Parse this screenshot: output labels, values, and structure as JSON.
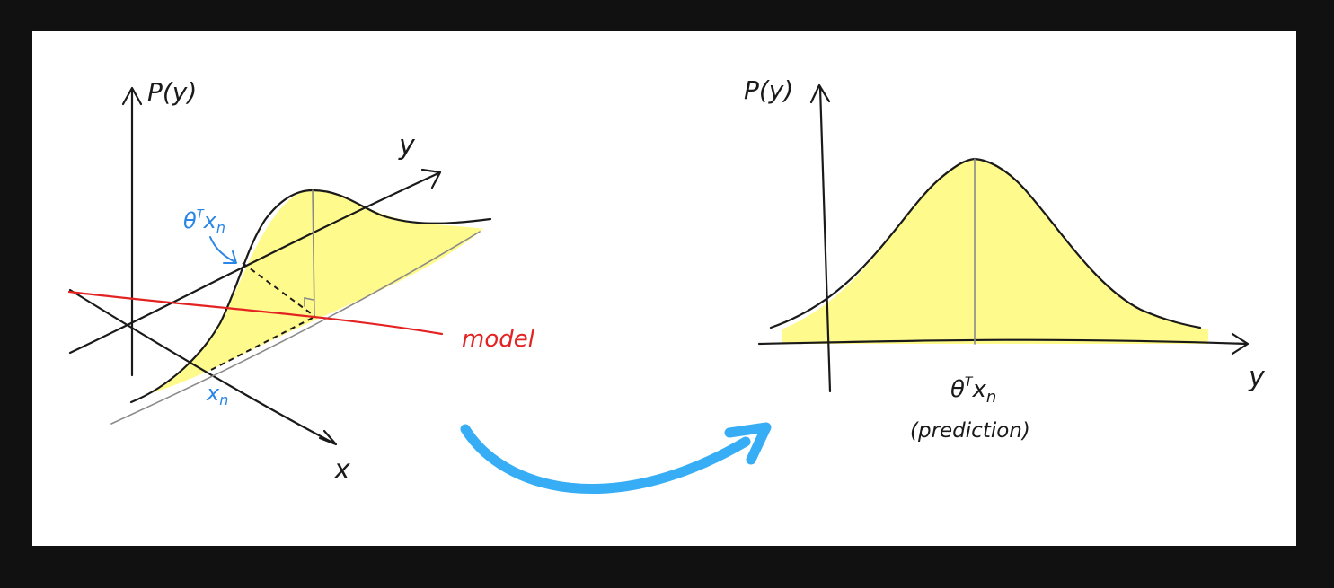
{
  "left": {
    "axis_py_label": "P(y)",
    "axis_y_label": "y",
    "axis_x_label": "x",
    "theta_base": "θ",
    "theta_sup": "T",
    "theta_sub": "x",
    "theta_n": "n",
    "xn_base": "x",
    "xn_sub": "n",
    "model_label": "model"
  },
  "right": {
    "axis_py_label": "P(y)",
    "axis_y_label": "y",
    "theta_base": "θ",
    "theta_sup": "T",
    "theta_x": "x",
    "theta_n": "n",
    "prediction_label": "(prediction)"
  },
  "colors": {
    "background": "#111111",
    "panel": "#ffffff",
    "ink": "#1a1a1a",
    "model": "#e32222",
    "annotation": "#2a86e6",
    "fill": "#fffa8c",
    "arrow": "#36adf5"
  }
}
